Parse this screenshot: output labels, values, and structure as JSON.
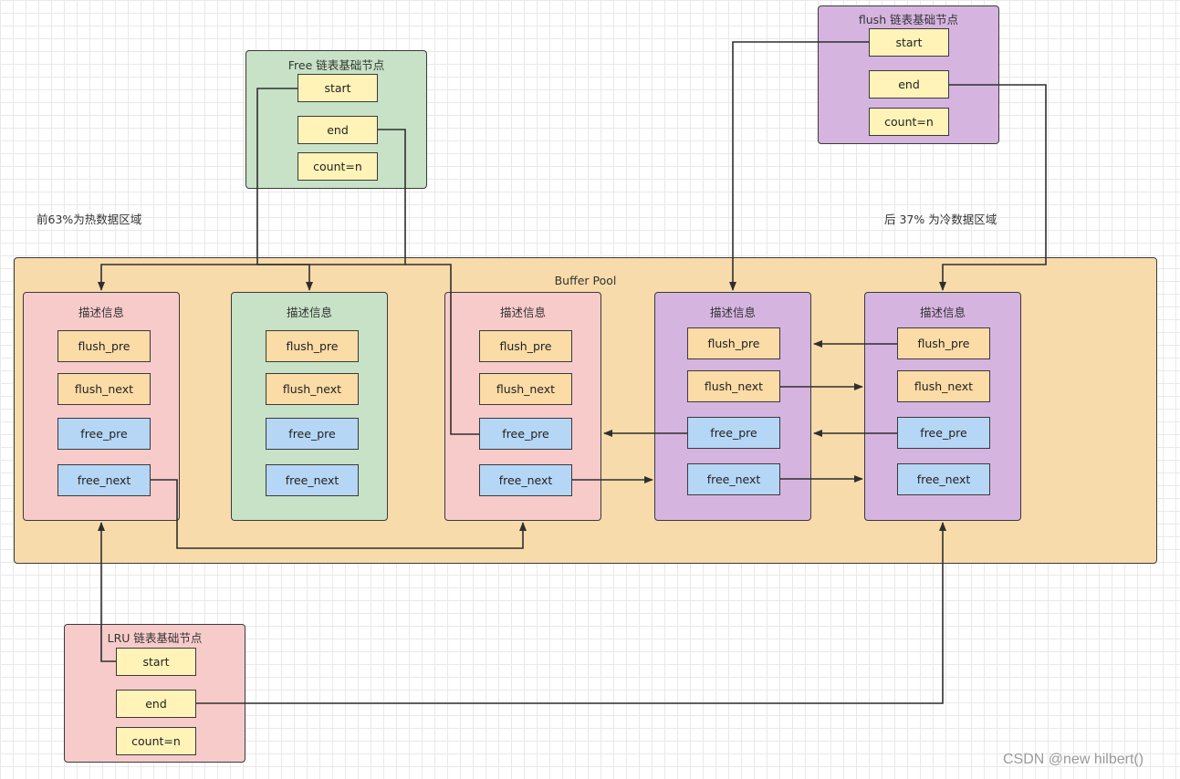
{
  "colors": {
    "pink": "#f8cbcb",
    "green": "#c7e2c6",
    "purple": "#d6b4e0",
    "pool": "#f8dbaa",
    "yellow_field": "#fff3b8",
    "orange_field": "#fbdba6",
    "blue_field": "#b5d6f5",
    "line": "#2f2f2f"
  },
  "notes": {
    "hot_region": "前63%为热数据区域",
    "cold_region": "后 37% 为冷数据区域"
  },
  "free_list": {
    "title": "Free 链表基础节点",
    "start": "start",
    "end": "end",
    "count": "count=n"
  },
  "flush_list": {
    "title": "flush 链表基础节点",
    "start": "start",
    "end": "end",
    "count": "count=n"
  },
  "lru_list": {
    "title": "LRU 链表基础节点",
    "start": "start",
    "end": "end",
    "count": "count=n"
  },
  "buffer_pool": {
    "title": "Buffer Pool",
    "blocks": [
      {
        "color": "pink",
        "title": "描述信息",
        "flush_pre": "flush_pre",
        "flush_next": "flush_next",
        "free_pre": "free_pre",
        "free_next": "free_next"
      },
      {
        "color": "green",
        "title": "描述信息",
        "flush_pre": "flush_pre",
        "flush_next": "flush_next",
        "free_pre": "free_pre",
        "free_next": "free_next"
      },
      {
        "color": "pink",
        "title": "描述信息",
        "flush_pre": "flush_pre",
        "flush_next": "flush_next",
        "free_pre": "free_pre",
        "free_next": "free_next"
      },
      {
        "color": "purple",
        "title": "描述信息",
        "flush_pre": "flush_pre",
        "flush_next": "flush_next",
        "free_pre": "free_pre",
        "free_next": "free_next"
      },
      {
        "color": "purple",
        "title": "描述信息",
        "flush_pre": "flush_pre",
        "flush_next": "flush_next",
        "free_pre": "free_pre",
        "free_next": "free_next"
      }
    ]
  },
  "watermark": "CSDN @new hilbert()"
}
